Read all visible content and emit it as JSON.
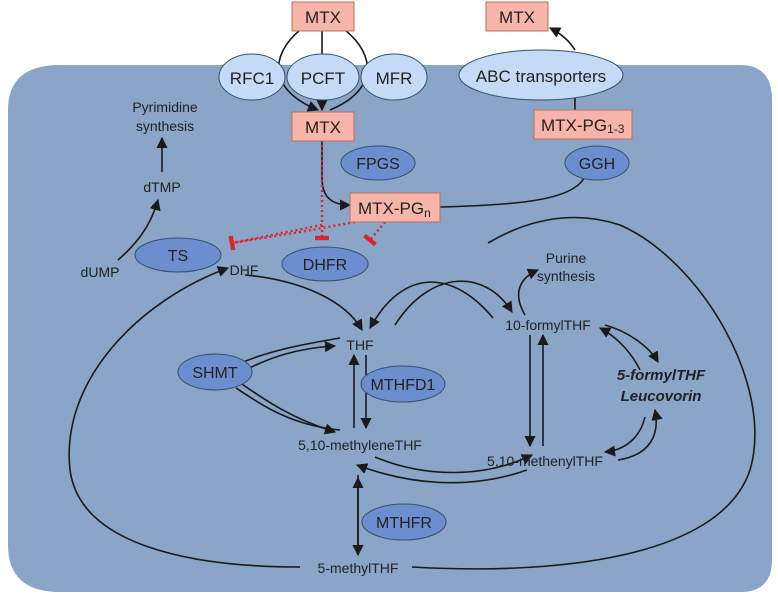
{
  "colors": {
    "cell": "#8aa5c8",
    "enzyme_blue": "#6c8ecf",
    "transporter_blue": "#c5daf6",
    "drug_box": "#f7b5aa",
    "inhibition": "#d8262a",
    "line": "#1a1a1a"
  },
  "drug_boxes": {
    "mtx_top": "MTX",
    "mtx_efflux": "MTX",
    "mtx_inside": "MTX",
    "mtx_pg_n_base": "MTX-PG",
    "mtx_pg_n_sub": "n",
    "mtx_pg_13_base": "MTX-PG",
    "mtx_pg_13_sub": "1-3"
  },
  "transporters": {
    "rfc1": "RFC1",
    "pcft": "PCFT",
    "mfr": "MFR",
    "abc": "ABC transporters"
  },
  "enzymes": {
    "fpgs": "FPGS",
    "ggh": "GGH",
    "ts": "TS",
    "dhfr": "DHFR",
    "shmt": "SHMT",
    "mthfd1": "MTHFD1",
    "mthfr": "MTHFR"
  },
  "metabolites": {
    "pyrimidine_line1": "Pyrimidine",
    "pyrimidine_line2": "synthesis",
    "dtmp": "dTMP",
    "dump": "dUMP",
    "dhf": "DHF",
    "thf": "THF",
    "methylene_thf": "5,10-methyleneTHF",
    "methyl_thf": "5-methylTHF",
    "purine_line1": "Purine",
    "purine_line2": "synthesis",
    "formyl_thf": "10-formylTHF",
    "methenyl_thf": "5,10-methenylTHF",
    "leucovorin_line1": "5-formylTHF",
    "leucovorin_line2": "Leucovorin"
  }
}
